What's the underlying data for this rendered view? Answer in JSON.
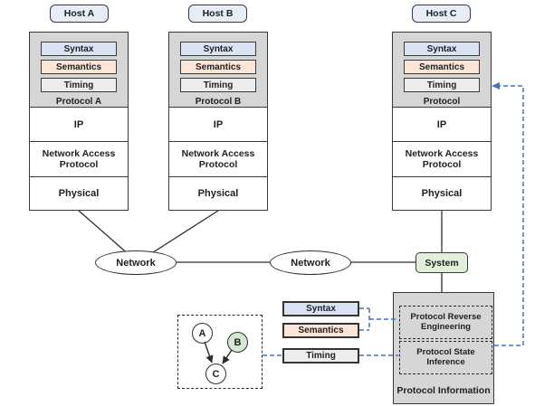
{
  "palette": {
    "layer_blue": "#dae3f3",
    "layer_peach": "#fbe5d6",
    "layer_gray": "#ededed",
    "header_gray": "#d6d6d6",
    "host_pill_blue": "#e7edf7",
    "system_green": "#e2efda",
    "node_green": "#d5e8d4",
    "dashed_link_blue": "#4472c4",
    "border_dark": "#3a3a3a"
  },
  "hosts": [
    {
      "label": "Host A",
      "layers": [
        "Syntax",
        "Semantics",
        "Timing"
      ],
      "protocol": "Protocol A",
      "ip": "IP",
      "nap": "Network Access Protocol",
      "physical": "Physical"
    },
    {
      "label": "Host B",
      "layers": [
        "Syntax",
        "Semantics",
        "Timing"
      ],
      "protocol": "Protocol B",
      "ip": "IP",
      "nap": "Network Access Protocol",
      "physical": "Physical"
    },
    {
      "label": "Host C",
      "layers": [
        "Syntax",
        "Semantics",
        "Timing"
      ],
      "protocol": "Protocol",
      "ip": "IP",
      "nap": "Network Access Protocol",
      "physical": "Physical"
    }
  ],
  "network": [
    {
      "label": "Network"
    },
    {
      "label": "Network"
    }
  ],
  "system": {
    "label": "System"
  },
  "analysis": {
    "boxes": [
      "Syntax",
      "Semantics",
      "Timing"
    ]
  },
  "info": {
    "title": "Protocol Information",
    "modules": [
      "Protocol Reverse Engineering",
      "Protocol State Inference"
    ]
  },
  "state": {
    "nodes": [
      "A",
      "B",
      "C"
    ]
  }
}
